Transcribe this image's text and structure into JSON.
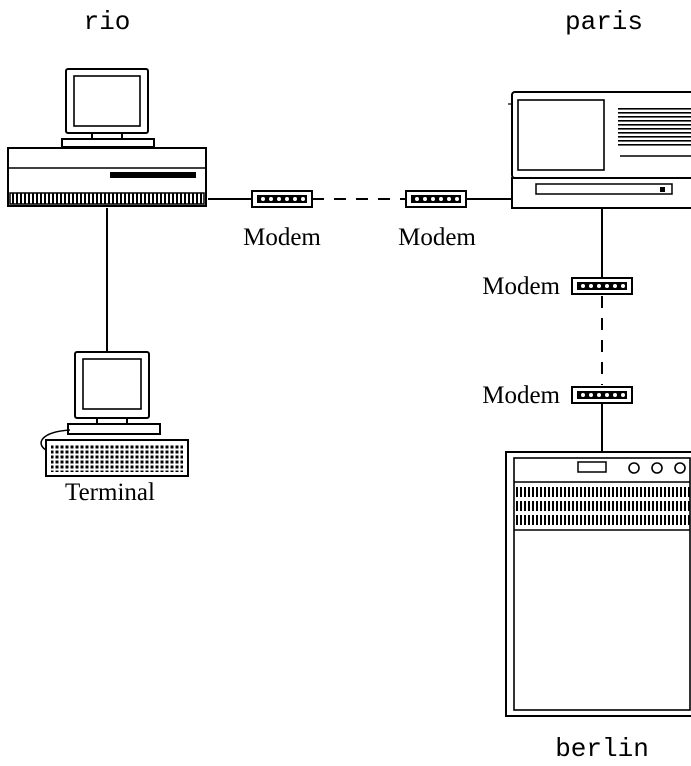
{
  "nodes": {
    "rio": "rio",
    "paris": "paris",
    "berlin": "berlin",
    "terminal": "Terminal"
  },
  "modems": {
    "rio_side": "Modem",
    "paris_side": "Modem",
    "paris_down": "Modem",
    "berlin_up": "Modem"
  },
  "colors": {
    "ink": "#000000",
    "paper": "#ffffff"
  }
}
